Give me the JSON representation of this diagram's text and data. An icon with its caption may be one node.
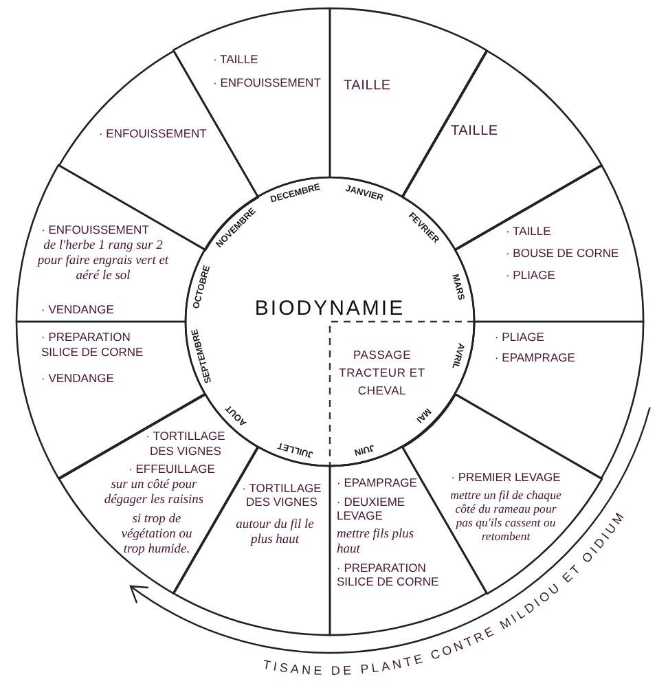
{
  "diagram": {
    "nodes": [
      {
        "text": [
          "BIODYNAMIE",
          "JANVIER",
          "FEVRIER",
          "MARS",
          "JUILLET",
          "AOUT",
          "SEPTEMBRE",
          "OCTOBRE",
          "NOVEMBRE",
          "DECEMBRE"
        ]
      },
      {
        "text": [
          "PASSAGE TRACTEUR ET CHEVAL",
          "AVRIL",
          "MAI",
          "JUIN"
        ],
        "in": 0
      },
      {
        "text": [
          "TAILLE"
        ]
      },
      {
        "text": [
          "TAILLE"
        ]
      },
      {
        "text": [
          "· TAILLE",
          "· BOUSE DE CORNE",
          "· PLIAGE"
        ]
      },
      {
        "text": [
          "· PLIAGE",
          "· EPAMPRAGE"
        ]
      },
      {
        "text": [
          "· PREMIER LEVAGE",
          "mettre un fil de chaque côté du rameau pour pas qu'ils cassent ou retombent"
        ]
      },
      {
        "text": [
          "· EPAMPRAGE",
          "· DEUXIEME LEVAGE",
          "mettre fils plus haut",
          "· PREPARATION SILICE DE CORNE"
        ]
      },
      {
        "text": [
          "· TORTILLAGE DES VIGNES",
          "autour du fil le plus haut"
        ]
      },
      {
        "text": [
          "· TORTILLAGE DES VIGNES",
          "· EFFEUILLAGE",
          "sur un côté pour dégager les raisins",
          "si trop de végétation ou trop humide."
        ]
      },
      {
        "text": [
          "· PREPARATION SILICE DE CORNE",
          "· VENDANGE"
        ]
      },
      {
        "text": [
          "· ENFOUISSEMENT",
          "de l'herbe 1 rang sur 2 pour faire engrais vert et aéré le sol",
          "· VENDANGE"
        ]
      },
      {
        "text": [
          "· ENFOUISSEMENT"
        ]
      },
      {
        "text": [
          "· TAILLE",
          "· ENFOUISSEMENT"
        ]
      }
    ],
    "labels": [
      "TISANE DE PLANTE CONTRE MILDIOU ET OIDIUM"
    ]
  }
}
